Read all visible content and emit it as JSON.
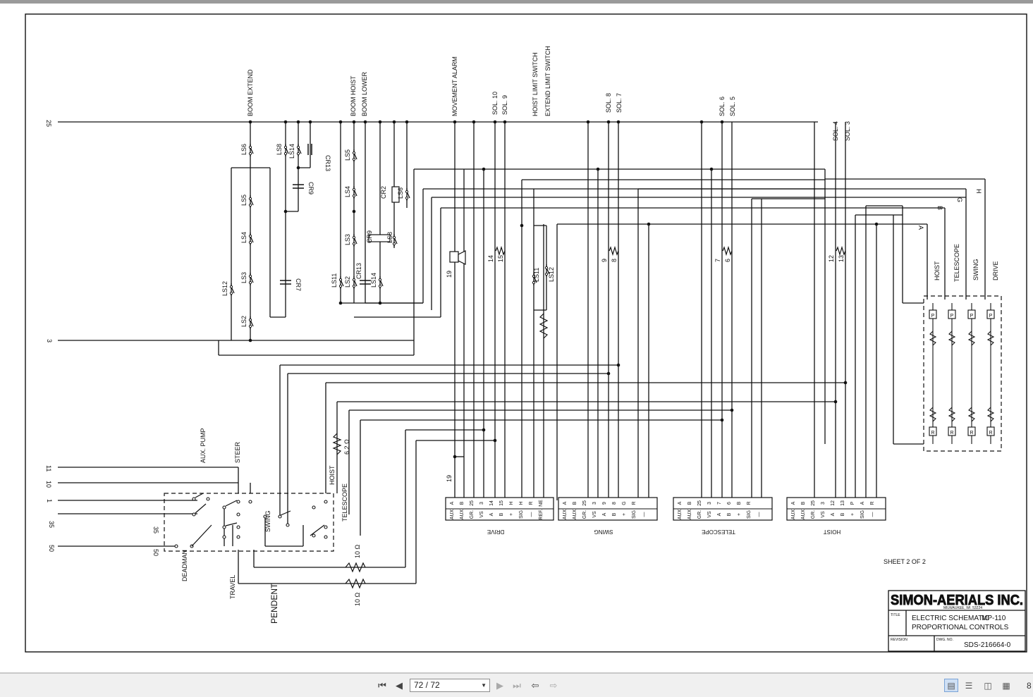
{
  "viewer": {
    "page_indicator": "72 / 72",
    "zoom_label": "8",
    "colors": {
      "toolbar": "#f0f0f0",
      "active_mode": "#cfe0f5",
      "page": "#ffffff"
    }
  },
  "schematic": {
    "wires": {
      "w25": "25",
      "w3": "3",
      "w11": "11",
      "w10": "10",
      "w1": "1",
      "w35": "35",
      "w50": "50",
      "w35b": "35",
      "w50b": "50"
    },
    "top_labels": {
      "boom_extend": "BOOM EXTEND",
      "boom_hoist": "BOOM HOIST",
      "boom_lower": "BOOM LOWER",
      "movement_alarm": "MOVEMENT ALARM",
      "sol10": "SOL. 10",
      "sol9": "SOL. 9",
      "hoist_limit": "HOIST LIMIT SWITCH",
      "extend_limit": "EXTEND LIMIT SWITCH",
      "sol8": "SOL. 8",
      "sol7": "SOL. 7",
      "sol6": "SOL. 6",
      "sol5": "SOL. 5",
      "sol4": "SOL. 4",
      "sol3": "SOL. 3"
    },
    "components": {
      "ls6": "LS6",
      "ls5": "LS5",
      "ls4": "LS4",
      "ls3": "LS3",
      "ls2": "LS2",
      "ls12": "LS12",
      "ls8": "LS8",
      "ls14": "LS14",
      "cr13": "CR13",
      "cr9": "CR9",
      "cr7": "CR7",
      "ls5b": "LS5",
      "ls4b": "LS4",
      "ls3b": "LS3",
      "ls11": "LS11",
      "ls2b": "LS2",
      "cr13b": "CR13",
      "ls14b": "LS14",
      "cr2": "CR2",
      "ls6b": "LS6",
      "cr9b": "CR9",
      "ls8b": "LS8",
      "ls11b": "LS11",
      "ls12b": "LS12",
      "n19": "19",
      "n19b": "19",
      "n14": "14",
      "n15": "15",
      "n9": "9",
      "n8": "8",
      "n7": "7",
      "n6": "6",
      "n12": "12",
      "n13": "13"
    },
    "side_letters": {
      "h": "H",
      "g": "G",
      "b": "B",
      "a": "A"
    },
    "pots": {
      "hoist": "HOIST",
      "telescope": "TELESCOPE",
      "swing": "SWING",
      "drive": "DRIVE",
      "p": "P",
      "r": "R"
    },
    "pendant": {
      "aux_pump": "AUX. PUMP",
      "steer": "STEER",
      "hoist": "HOIST",
      "telescope": "TELESCOPE",
      "swing": "SWING",
      "deadman": "DEADMAN",
      "travel": "TRAVEL",
      "pendent": "PENDENT",
      "r62": "6.2 Ω",
      "r10a": "10 Ω",
      "r10b": "10 Ω"
    },
    "connectors": [
      {
        "name": "DRIVE",
        "top": [
          "A",
          "B",
          "25",
          "3",
          "14",
          "15",
          "H",
          "H",
          "R",
          "NE"
        ],
        "bottom": [
          "AUX",
          "AUX",
          "GR.",
          "VS",
          "A",
          "B",
          "+",
          "SIG",
          "—",
          "REF."
        ]
      },
      {
        "name": "SWING",
        "top": [
          "A",
          "B",
          "25",
          "3",
          "9",
          "8",
          "G",
          "R"
        ],
        "bottom": [
          "AUX",
          "AUX",
          "GR.",
          "VS",
          "A",
          "B",
          "+",
          "SIG",
          "—"
        ]
      },
      {
        "name": "TELESCOPE",
        "top": [
          "A",
          "B",
          "25",
          "3",
          "7",
          "6",
          "B",
          "R"
        ],
        "bottom": [
          "AUX",
          "AUX",
          "GR.",
          "VS",
          "A",
          "B",
          "+",
          "SIG",
          "—"
        ]
      },
      {
        "name": "HOIST",
        "top": [
          "A",
          "B",
          "25",
          "3",
          "12",
          "13",
          "P",
          "A",
          "R"
        ],
        "bottom": [
          "AUX",
          "AUX",
          "GR.",
          "VS",
          "A",
          "B",
          "+",
          "SIG",
          "—"
        ]
      }
    ],
    "sheet": "SHEET 2 OF 2",
    "title_block": {
      "company": "SIMON-AERIALS INC.",
      "address": "MILWAUKEE, WI. 53224",
      "title_label": "TITLE",
      "title_line1": "ELECTRIC SCHEMATIC",
      "model": "MP-110",
      "title_line2": "PROPORTIONAL CONTROLS",
      "revision_label": "REVISION",
      "dwg_label": "DWG. NO.",
      "dwg_no": "SDS-216664-0"
    }
  }
}
